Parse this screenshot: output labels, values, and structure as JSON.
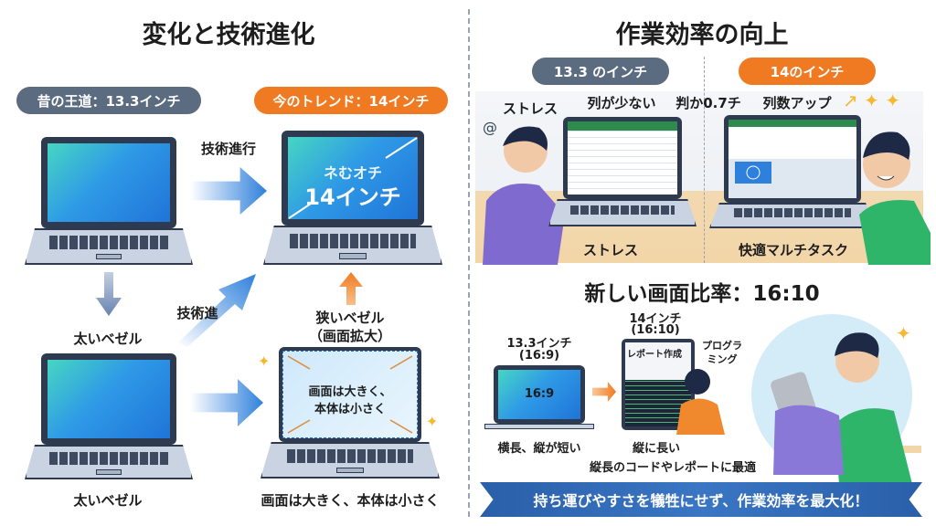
{
  "left": {
    "title": "変化と技術進化",
    "pill_old": "昔の王道：13.3インチ",
    "pill_new": "今のトレンド：14インチ",
    "tech_progress": "技術進行",
    "screen_text_1": "ネむオチ",
    "screen_text_2": "14インチ",
    "tech_progress_short": "技術進",
    "thick_bezel_top": "太いベゼル",
    "narrow_bezel": "狭いベゼル",
    "screen_enlarge": "（画面拡大）",
    "screen_inner_1": "画面は大きく、",
    "screen_inner_2": "本体は小さく",
    "thick_bezel_bottom": "太いベゼル",
    "bottom_caption": "画面は大きく、本体は小さく"
  },
  "right": {
    "title": "作業効率の向上",
    "pill_old": "13.3 のインチ",
    "pill_new": "14のインチ",
    "stress_top": "ストレス",
    "few_columns": "列が少ない",
    "diff": "判か0.7チ",
    "more_columns": "列数アップ",
    "stress_bottom": "ストレス",
    "multitask": "快適マルチタスク",
    "ratio_title": "新しい画面比率：16:10",
    "old_size": "13.3インチ",
    "old_ratio": "(16:9)",
    "old_screen_label": "16:9",
    "new_size": "14インチ",
    "new_ratio": "(16:10)",
    "report": "レポート作成",
    "programming_1": "プログラ",
    "programming_2": "ミング",
    "wide_short": "横長、縦が短い",
    "tall": "縦に長い",
    "best_for": "縦長のコードやレポートに最適",
    "banner": "持ち運びやすさを犠牲にせず、作業効率を最大化！"
  },
  "colors": {
    "gray_pill": "#5b6b80",
    "orange_pill": "#f07a22",
    "blue_arrow": "#2f80dc",
    "banner": "#2a5fa8"
  }
}
